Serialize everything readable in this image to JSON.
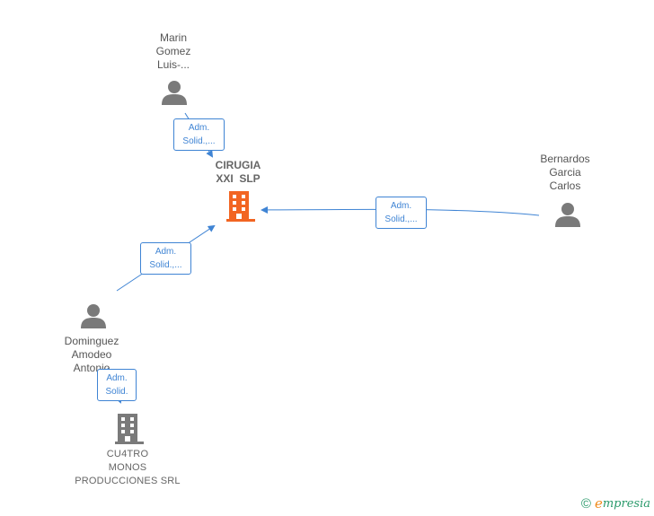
{
  "nodes": {
    "marin": {
      "lines": [
        "Marin",
        "Gomez",
        "Luis-..."
      ]
    },
    "bernardos": {
      "lines": [
        "Bernardos",
        "Garcia",
        "Carlos"
      ]
    },
    "dominguez": {
      "lines": [
        "Dominguez",
        "Amodeo",
        "Antonio"
      ]
    },
    "cirugia": {
      "lines": [
        "CIRUGIA",
        "XXI  SLP"
      ]
    },
    "cu4tro": {
      "lines": [
        "CU4TRO",
        "MONOS",
        "PRODUCCIONES SRL"
      ]
    }
  },
  "edges": {
    "marin_cirugia": {
      "lines": [
        "Adm.",
        "Solid.,..."
      ]
    },
    "bernardos_cirugia": {
      "lines": [
        "Adm.",
        "Solid.,..."
      ]
    },
    "dominguez_cirugia": {
      "lines": [
        "Adm.",
        "Solid.,..."
      ]
    },
    "dominguez_cu4tro": {
      "lines": [
        "Adm.",
        "Solid."
      ]
    }
  },
  "colors": {
    "edge": "#3f84d4",
    "person": "#7a7a7a",
    "main_company": "#f26522",
    "company": "#7a7a7a",
    "brand_green": "#2a9a6b",
    "brand_orange": "#f08a1c"
  },
  "icons": {
    "person": "person-icon",
    "company": "building-icon",
    "copyright": "copyright-icon"
  },
  "footer": {
    "copyright": "©",
    "brand_first": "e",
    "brand_rest": "mpresia"
  }
}
